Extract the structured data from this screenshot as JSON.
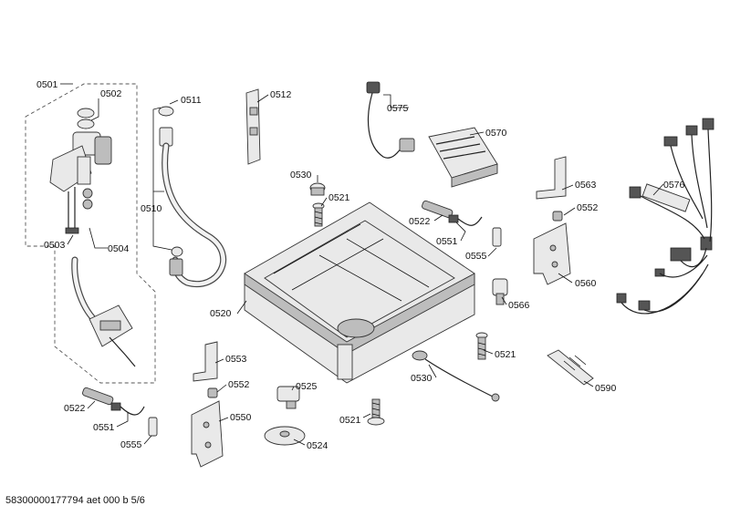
{
  "labels": {
    "l0501": "0501",
    "l0502": "0502",
    "l0503": "0503",
    "l0504": "0504",
    "l0510": "0510",
    "l0511": "0511",
    "l0512": "0512",
    "l0575": "0575",
    "l0570": "0570",
    "l0576": "0576",
    "l0530a": "0530",
    "l0521a": "0521",
    "l0522a": "0522",
    "l0551a": "0551",
    "l0555a": "0555",
    "l0563": "0563",
    "l0552a": "0552",
    "l0560": "0560",
    "l0566": "0566",
    "l0520": "0520",
    "l0521b": "0521",
    "l0530b": "0530",
    "l0590": "0590",
    "l0553": "0553",
    "l0552b": "0552",
    "l0550": "0550",
    "l0525": "0525",
    "l0524": "0524",
    "l0521c": "0521",
    "l0522b": "0522",
    "l0551b": "0551",
    "l0555b": "0555"
  },
  "footer": "58300000177794 aet 000 b 5/6"
}
